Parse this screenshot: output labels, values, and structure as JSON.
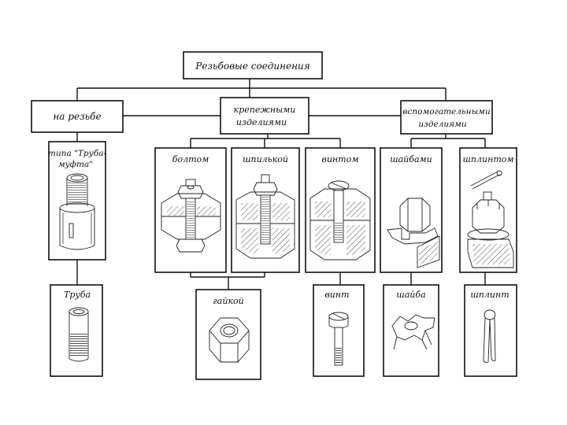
{
  "root": {
    "label": "Резьбовые соединения"
  },
  "level1": [
    {
      "label": "на резьбе"
    },
    {
      "label_line1": "крепежными",
      "label_line2": "изделиями"
    },
    {
      "label_line1": "вспомогательными",
      "label_line2": "изделиями"
    }
  ],
  "level2": [
    {
      "label_line1": "типа \"Труба-",
      "label_line2": "муфта\"",
      "illustration": "pipe-coupling"
    },
    {
      "label": "болтом",
      "illustration": "bolt-joint"
    },
    {
      "label": "шпилькой",
      "illustration": "stud-joint"
    },
    {
      "label": "винтом",
      "illustration": "screw-joint"
    },
    {
      "label": "шайбами",
      "illustration": "washer-joint"
    },
    {
      "label": "шплинтом",
      "illustration": "cotter-pin-joint"
    }
  ],
  "level3": [
    {
      "label": "Труба",
      "illustration": "pipe"
    },
    {
      "label": "гайкой",
      "illustration": "hex-nut"
    },
    {
      "label": "винт",
      "illustration": "screw"
    },
    {
      "label": "шайба",
      "illustration": "lock-washer"
    },
    {
      "label": "шплинт",
      "illustration": "cotter-pin"
    }
  ],
  "colors": {
    "ink": "#111111",
    "paper": "#ffffff"
  }
}
